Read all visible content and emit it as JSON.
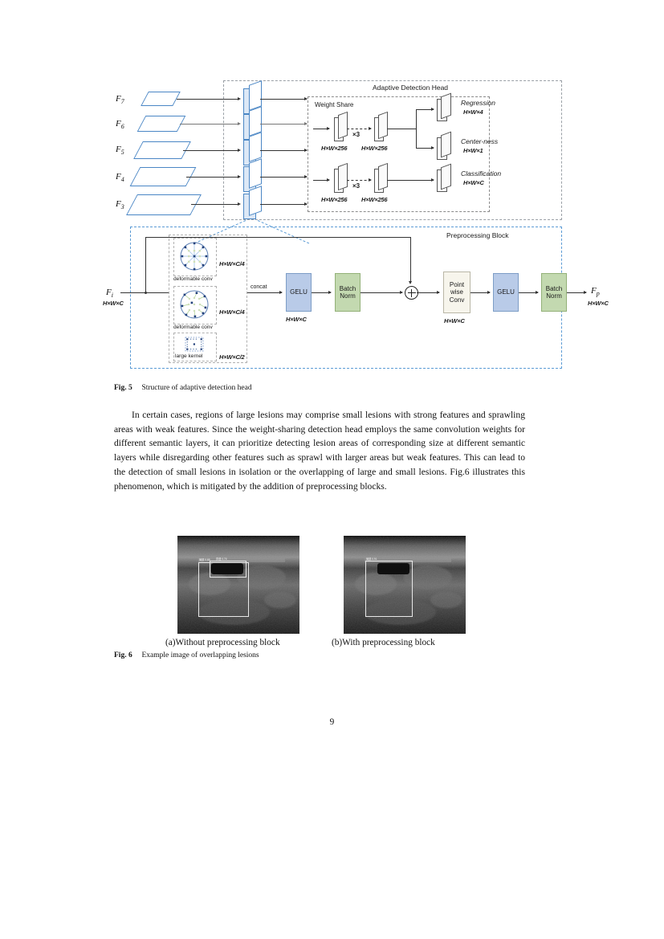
{
  "page": {
    "number": "9"
  },
  "figure5": {
    "caption_label": "Fig. 5",
    "caption_text": "Structure of adaptive detection head",
    "pyramid": {
      "levels": [
        "F7",
        "F6",
        "F5",
        "F4",
        "F3"
      ]
    },
    "detection_head": {
      "title": "Adaptive Detection Head",
      "weight_share": "Weight Share",
      "repeat": "×3",
      "conv_dim": "H×W×256",
      "outputs": [
        {
          "name": "Regression",
          "dim": "H×W×4"
        },
        {
          "name": "Center-ness",
          "dim": "H×W×1"
        },
        {
          "name": "Classification",
          "dim": "H×W×C"
        }
      ]
    },
    "preprocessing_block": {
      "title": "Preprocessing Block",
      "input": {
        "name": "Fi",
        "dim": "H×W×C"
      },
      "output": {
        "name": "Fp",
        "dim": "H×W×C"
      },
      "branches": [
        {
          "label": "deformable conv",
          "dim": "H×W×C/4"
        },
        {
          "label": "deformable conv",
          "dim": "H×W×C/4"
        },
        {
          "label": "large kernel",
          "dim": "H×W×C/2"
        }
      ],
      "concat_label": "concat",
      "stages": [
        {
          "label": "GELU",
          "dim": "H×W×C",
          "color": "#b9cbe8"
        },
        {
          "label": "Batch\nNorm",
          "dim": "",
          "color": "#c3d9b0"
        },
        {
          "label": "Point\nwise\nConv",
          "dim": "H×W×C",
          "color": "#f7f5ec"
        },
        {
          "label": "GELU",
          "dim": "",
          "color": "#b9cbe8"
        },
        {
          "label": "Batch\nNorm",
          "dim": "",
          "color": "#c3d9b0"
        }
      ],
      "sum_operator": "+"
    }
  },
  "figure6": {
    "caption_label": "Fig. 6",
    "caption_text": "Example image of overlapping lesions",
    "subcaptions": [
      "(a)Without preprocessing block",
      "(b)With preprocessing block"
    ],
    "detection_labels": [
      "局部 0.88",
      "弥漫 0.76",
      "局部 0.91"
    ]
  },
  "body": {
    "paragraph": "In certain cases, regions of large lesions may comprise small lesions with strong features and sprawling areas with weak features. Since the weight-sharing detection head employs the same convolution weights for different semantic layers, it can prioritize detecting lesion areas of corresponding size at different semantic layers while disregarding other features such as sprawl with larger areas but weak features. This can lead to the detection of small lesions in isolation or the overlapping of large and small lesions. Fig.6 illustrates this phenomenon, which is mitigated by the addition of preprocessing blocks."
  }
}
